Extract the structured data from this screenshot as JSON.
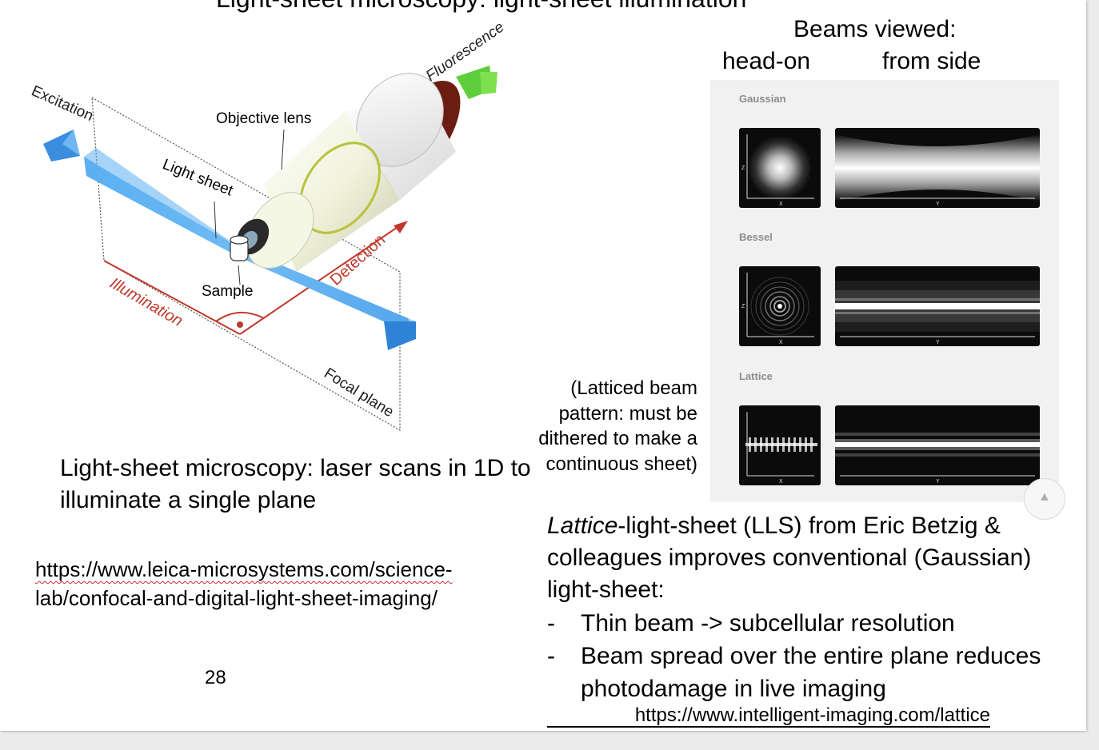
{
  "slide": {
    "title_clipped": "Light-sheet microscopy: light-sheet illumination",
    "beams_header_line1": "Beams viewed:",
    "beams_header_head_on": "head-on",
    "beams_header_side": "from side",
    "diagram_labels": {
      "excitation": "Excitation",
      "fluorescence": "Fluorescence",
      "objective_lens": "Objective lens",
      "light_sheet": "Light sheet",
      "sample": "Sample",
      "detection": "Detection",
      "illumination": "Illumination",
      "focal_plane": "Focal plane"
    },
    "beam_types": {
      "gaussian": "Gaussian",
      "bessel": "Bessel",
      "lattice": "Lattice"
    },
    "axis_letters": {
      "z": "Z",
      "x": "X",
      "y": "Y"
    },
    "caption_main": "Light-sheet microscopy: laser scans in 1D to illuminate a single plane",
    "url_left_part1": "https://www.leica-microsystems.com/science-",
    "url_left_part2": "lab/confocal-and-digital-light-sheet-imaging/",
    "page_number": "28",
    "lattice_note": "(Latticed beam pattern: must be dithered to make a continuous sheet)",
    "lls_italic": "Lattice",
    "lls_rest": "-light-sheet (LLS) from Eric Betzig & colleagues improves conventional (Gaussian) light-sheet:",
    "bullets": [
      {
        "dash": "-",
        "text": "Thin beam -> subcellular resolution"
      },
      {
        "dash": "-",
        "text": "Beam spread over the entire plane reduces photodamage in live imaging"
      }
    ],
    "url_right": "https://www.intelligent-imaging.com/lattice",
    "colors": {
      "illumination_red": "#c0392b",
      "sheet_blue": "#3a9be8",
      "fluorescence_green": "#5ecf3a"
    }
  }
}
